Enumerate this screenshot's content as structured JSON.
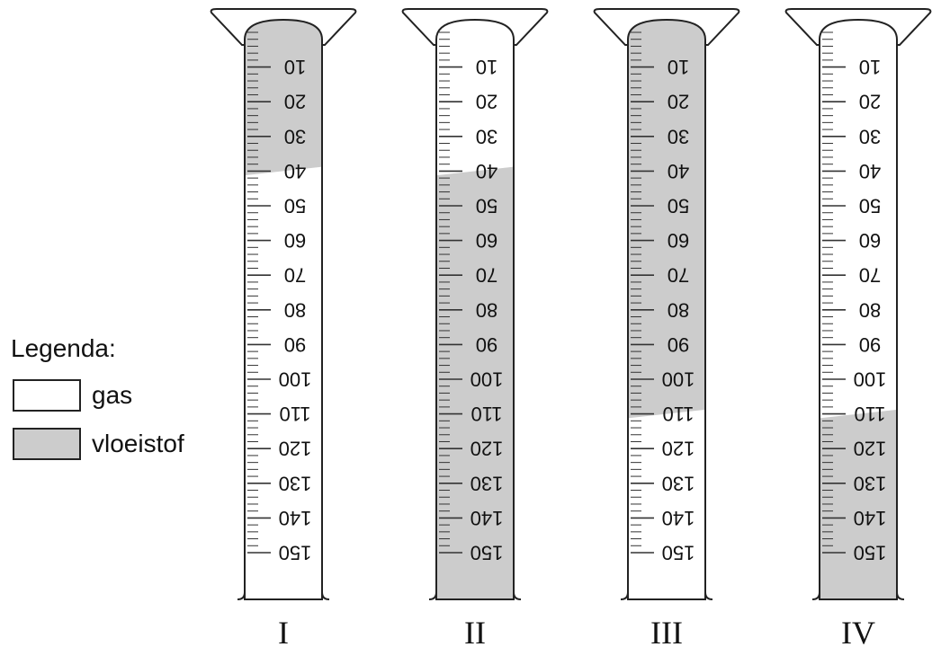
{
  "legend": {
    "title": "Legenda:",
    "items": [
      {
        "label": "gas",
        "color": "#ffffff"
      },
      {
        "label": "vloeistof",
        "color": "#cccccc"
      }
    ]
  },
  "scale": {
    "labels": [
      "10",
      "20",
      "30",
      "40",
      "50",
      "60",
      "70",
      "80",
      "90",
      "100",
      "110",
      "120",
      "130",
      "140",
      "150"
    ],
    "min": 0,
    "max": 150,
    "major_step": 10,
    "minor_step": 2
  },
  "tubes": [
    {
      "label": "I",
      "liquid": {
        "from": 0,
        "to": 40
      }
    },
    {
      "label": "II",
      "liquid": {
        "from": 40,
        "to": 160
      }
    },
    {
      "label": "III",
      "liquid": {
        "from": 0,
        "to": 110
      }
    },
    {
      "label": "IV",
      "liquid": {
        "from": 110,
        "to": 160
      }
    }
  ],
  "colors": {
    "gas": "#ffffff",
    "liquid": "#cccccc",
    "outline": "#222222"
  }
}
